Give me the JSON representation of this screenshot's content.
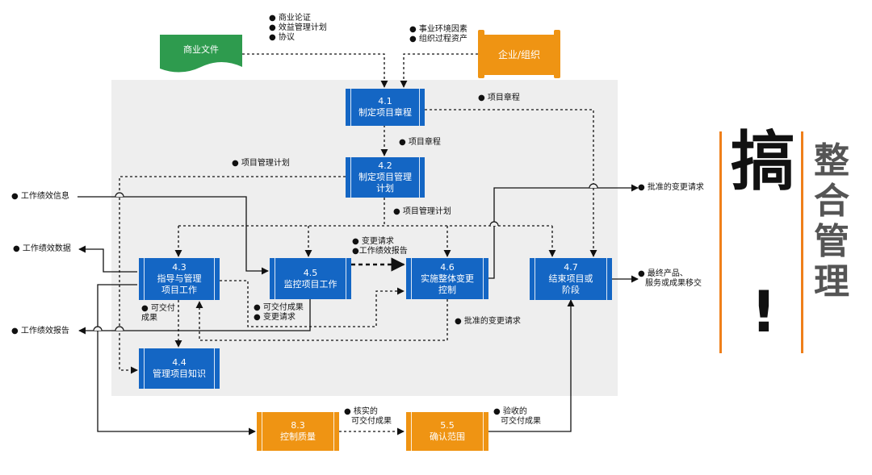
{
  "inputs": {
    "doc_label": "商业文件",
    "doc_items": [
      "商业论证",
      "效益管理计划",
      "协议"
    ],
    "org_label": "企业/组织",
    "org_items": [
      "事业环境因素",
      "组织过程资产"
    ]
  },
  "processes": {
    "p41": {
      "num": "4.1",
      "name": "制定项目章程"
    },
    "p42": {
      "num": "4.2",
      "name1": "制定项目管理",
      "name2": "计划"
    },
    "p43": {
      "num": "4.3",
      "name1": "指导与管理",
      "name2": "项目工作"
    },
    "p44": {
      "num": "4.4",
      "name": "管理项目知识"
    },
    "p45": {
      "num": "4.5",
      "name": "监控项目工作"
    },
    "p46": {
      "num": "4.6",
      "name1": "实施整体变更",
      "name2": "控制"
    },
    "p47": {
      "num": "4.7",
      "name1": "结束项目或",
      "name2": "阶段"
    },
    "p83": {
      "num": "8.3",
      "name": "控制质量"
    },
    "p55": {
      "num": "5.5",
      "name": "确认范围"
    }
  },
  "labels": {
    "charter_right": "项目章程",
    "charter_down": "项目章程",
    "pmplan_left": "项目管理计划",
    "pmplan_down": "项目管理计划",
    "work_perf_info": "工作绩效信息",
    "work_perf_data": "工作绩效数据",
    "work_perf_report": "工作绩效报告",
    "change_request": "变更请求",
    "work_perf_report2": "工作绩效报告",
    "approved_change_top": "批准的变更请求",
    "approved_change_bottom": "批准的变更请求",
    "final_product1": "最终产品、",
    "final_product2": "服务或成果移交",
    "deliverables1": "可交付",
    "deliverables2": "成果",
    "deliverables_cr1": "可交付成果",
    "deliverables_cr2": "变更请求",
    "verified1": "核实的",
    "verified2": "可交付成果",
    "accepted1": "验收的",
    "accepted2": "可交付成果"
  },
  "title": {
    "big": "搞",
    "exclaim": "!",
    "vertical": [
      "整",
      "合",
      "管",
      "理"
    ]
  },
  "colors": {
    "process_blue": "#1466c4",
    "process_orange": "#ef9413",
    "doc_green": "#2e9b4e",
    "accent_line": "#ef7f1a",
    "panel": "#eeeeee"
  }
}
